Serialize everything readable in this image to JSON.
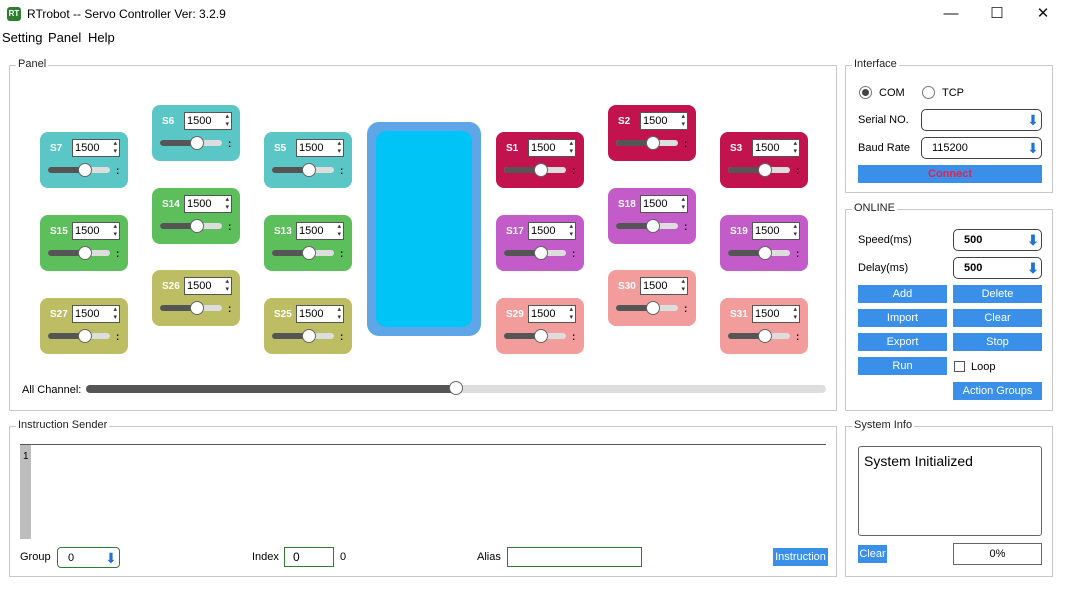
{
  "window": {
    "logo_text": "RT",
    "title": "RTrobot -- Servo Controller  Ver: 3.2.9",
    "minimize": "—",
    "maximize": "☐",
    "close": "✕"
  },
  "menu": [
    "Setting",
    "Panel",
    "Help"
  ],
  "panel": {
    "title": "Panel",
    "servos": [
      {
        "label": "S7",
        "value": "1500",
        "level": 0.6,
        "color": "#5bc6c6"
      },
      {
        "label": "S6",
        "value": "1500",
        "level": 0.6,
        "color": "#5bc6c6"
      },
      {
        "label": "S5",
        "value": "1500",
        "level": 0.6,
        "color": "#5bc6c6"
      },
      {
        "label": "S15",
        "value": "1500",
        "level": 0.6,
        "color": "#5cbf5c"
      },
      {
        "label": "S14",
        "value": "1500",
        "level": 0.6,
        "color": "#5cbf5c"
      },
      {
        "label": "S13",
        "value": "1500",
        "level": 0.6,
        "color": "#5cbf5c"
      },
      {
        "label": "S27",
        "value": "1500",
        "level": 0.6,
        "color": "#bdbd63"
      },
      {
        "label": "S26",
        "value": "1500",
        "level": 0.6,
        "color": "#bdbd63"
      },
      {
        "label": "S25",
        "value": "1500",
        "level": 0.6,
        "color": "#bdbd63"
      },
      {
        "label": "S1",
        "value": "1500",
        "level": 0.6,
        "color": "#c2134f"
      },
      {
        "label": "S2",
        "value": "1500",
        "level": 0.6,
        "color": "#c2134f"
      },
      {
        "label": "S3",
        "value": "1500",
        "level": 0.6,
        "color": "#c2134f"
      },
      {
        "label": "S17",
        "value": "1500",
        "level": 0.6,
        "color": "#c35bc9"
      },
      {
        "label": "S18",
        "value": "1500",
        "level": 0.6,
        "color": "#c35bc9"
      },
      {
        "label": "S19",
        "value": "1500",
        "level": 0.6,
        "color": "#c35bc9"
      },
      {
        "label": "S29",
        "value": "1500",
        "level": 0.6,
        "color": "#f29c9c"
      },
      {
        "label": "S30",
        "value": "1500",
        "level": 0.6,
        "color": "#f29c9c"
      },
      {
        "label": "S31",
        "value": "1500",
        "level": 0.6,
        "color": "#f29c9c"
      }
    ],
    "all_channel_label": "All Channel:",
    "all_channel_level": 0.5
  },
  "interface": {
    "title": "Interface",
    "com_label": "COM",
    "tcp_label": "TCP",
    "com_selected": true,
    "serial_label": "Serial NO.",
    "serial_value": "",
    "baud_label": "Baud Rate",
    "baud_value": "115200",
    "connect_label": "Connect"
  },
  "online": {
    "title": "ONLINE",
    "speed_label": "Speed(ms)",
    "speed_value": "500",
    "delay_label": "Delay(ms)",
    "delay_value": "500",
    "buttons": {
      "add": "Add",
      "delete": "Delete",
      "import": "Import",
      "clear": "Clear",
      "export": "Export",
      "stop": "Stop",
      "run": "Run",
      "loop": "Loop",
      "action_groups": "Action Groups"
    },
    "loop_checked": false
  },
  "instruction": {
    "title": "Instruction Sender",
    "line_number": "1",
    "group_label": "Group",
    "group_value": "0",
    "index_label": "Index",
    "index_value": "0",
    "index_count": "0",
    "alias_label": "Alias",
    "alias_value": "",
    "send_label": "Instruction"
  },
  "system": {
    "title": "System Info",
    "message": "System Initialized",
    "clear_label": "Clear",
    "progress_text": "0%"
  }
}
